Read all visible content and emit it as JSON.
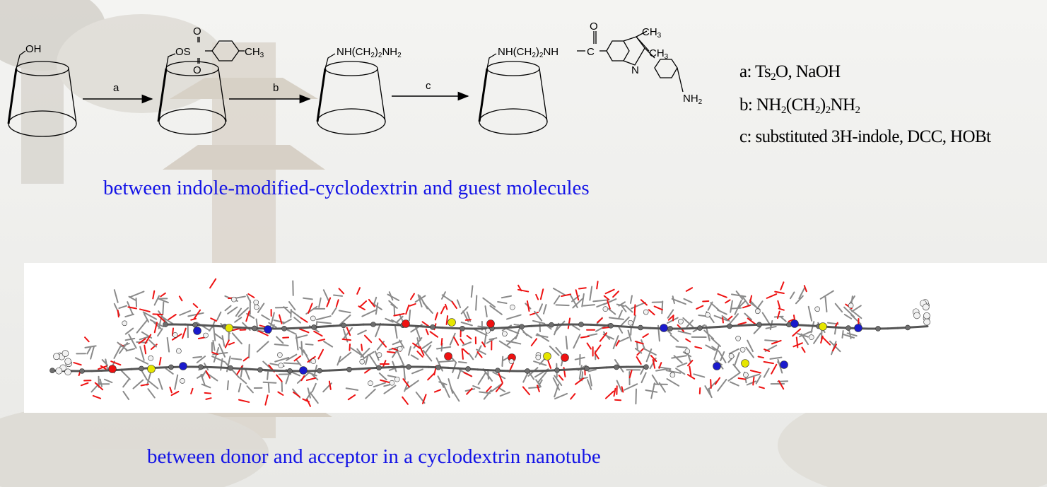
{
  "scheme": {
    "steps": [
      {
        "label": "a"
      },
      {
        "label": "b"
      },
      {
        "label": "c"
      }
    ],
    "conditions": [
      {
        "prefix": "a: Ts",
        "s1": "2",
        "m1": "O, NaOH",
        "s2": "",
        "m2": "",
        "s3": "",
        "m3": ""
      },
      {
        "prefix": "b: NH",
        "s1": "2",
        "m1": "(CH",
        "s2": "2",
        "m2": ")",
        "s3": "2",
        "m3": "NH",
        "s4": "2"
      },
      {
        "prefix": "c: substituted 3H-indole, DCC, HOBt",
        "s1": "",
        "m1": "",
        "s2": "",
        "m2": "",
        "s3": "",
        "m3": ""
      }
    ]
  },
  "captions": {
    "top": "between indole-modified-cyclodextrin and guest molecules",
    "bottom": "between donor and acceptor in a cyclodextrin nanotube"
  },
  "colors": {
    "caption": "#1414e6",
    "oxygen": "#ee1111",
    "nitrogen": "#1a1acc",
    "sulfur": "#e6e600",
    "carbon": "#6e6e6e",
    "hydrogen": "#f2f2f2"
  }
}
